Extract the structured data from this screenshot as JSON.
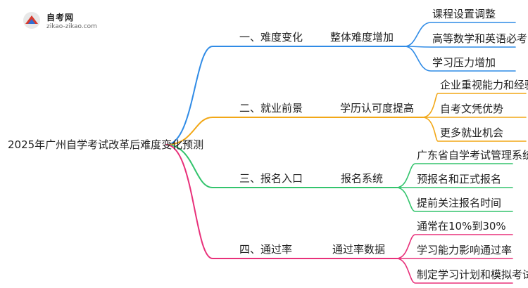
{
  "logo": {
    "title": "自考网",
    "subtitle": "zikao-zikao.com"
  },
  "colors": {
    "blue": "#2f8be6",
    "orange": "#f2a716",
    "green": "#33c46d",
    "pink": "#e8307a"
  },
  "root": "2025年广州自学考试改革后难度变化预测",
  "branches": [
    {
      "label": "一、难度变化",
      "sub": "整体难度增加",
      "color": "blue",
      "leaves": [
        "课程设置调整",
        "高等数学和英语必考",
        "学习压力增加"
      ]
    },
    {
      "label": "二、就业前景",
      "sub": "学历认可度提高",
      "color": "orange",
      "leaves": [
        "企业重视能力和经验",
        "自考文凭优势",
        "更多就业机会"
      ]
    },
    {
      "label": "三、报名入口",
      "sub": "报名系统",
      "color": "green",
      "leaves": [
        "广东省自学考试管理系统",
        "预报名和正式报名",
        "提前关注报名时间"
      ]
    },
    {
      "label": "四、通过率",
      "sub": "通过率数据",
      "color": "pink",
      "leaves": [
        "通常在10%到30%",
        "学习能力影响通过率",
        "制定学习计划和模拟考试"
      ]
    }
  ]
}
